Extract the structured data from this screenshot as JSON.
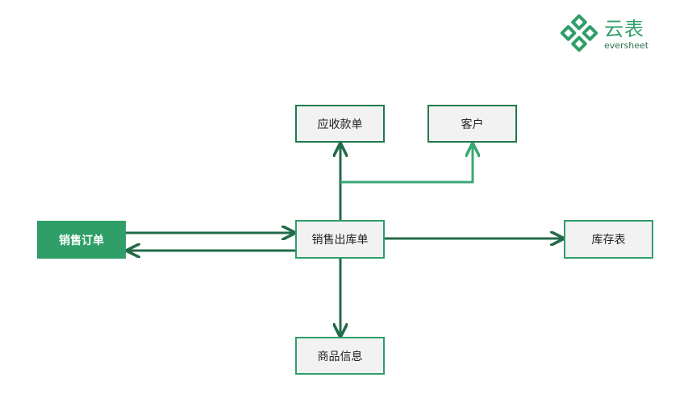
{
  "logo": {
    "name_cn": "云表",
    "name_en": "eversheet",
    "icon": "diamond-grid-logo-icon"
  },
  "colors": {
    "primary": "#2f9e68",
    "dark_line": "#246b49",
    "light_line": "#3aa874",
    "node_fill": "#f2f2f2"
  },
  "nodes": {
    "sales_order": "销售订单",
    "receivable": "应收款单",
    "customer": "客户",
    "sales_outbound": "销售出库单",
    "inventory": "库存表",
    "product_info": "商品信息"
  }
}
